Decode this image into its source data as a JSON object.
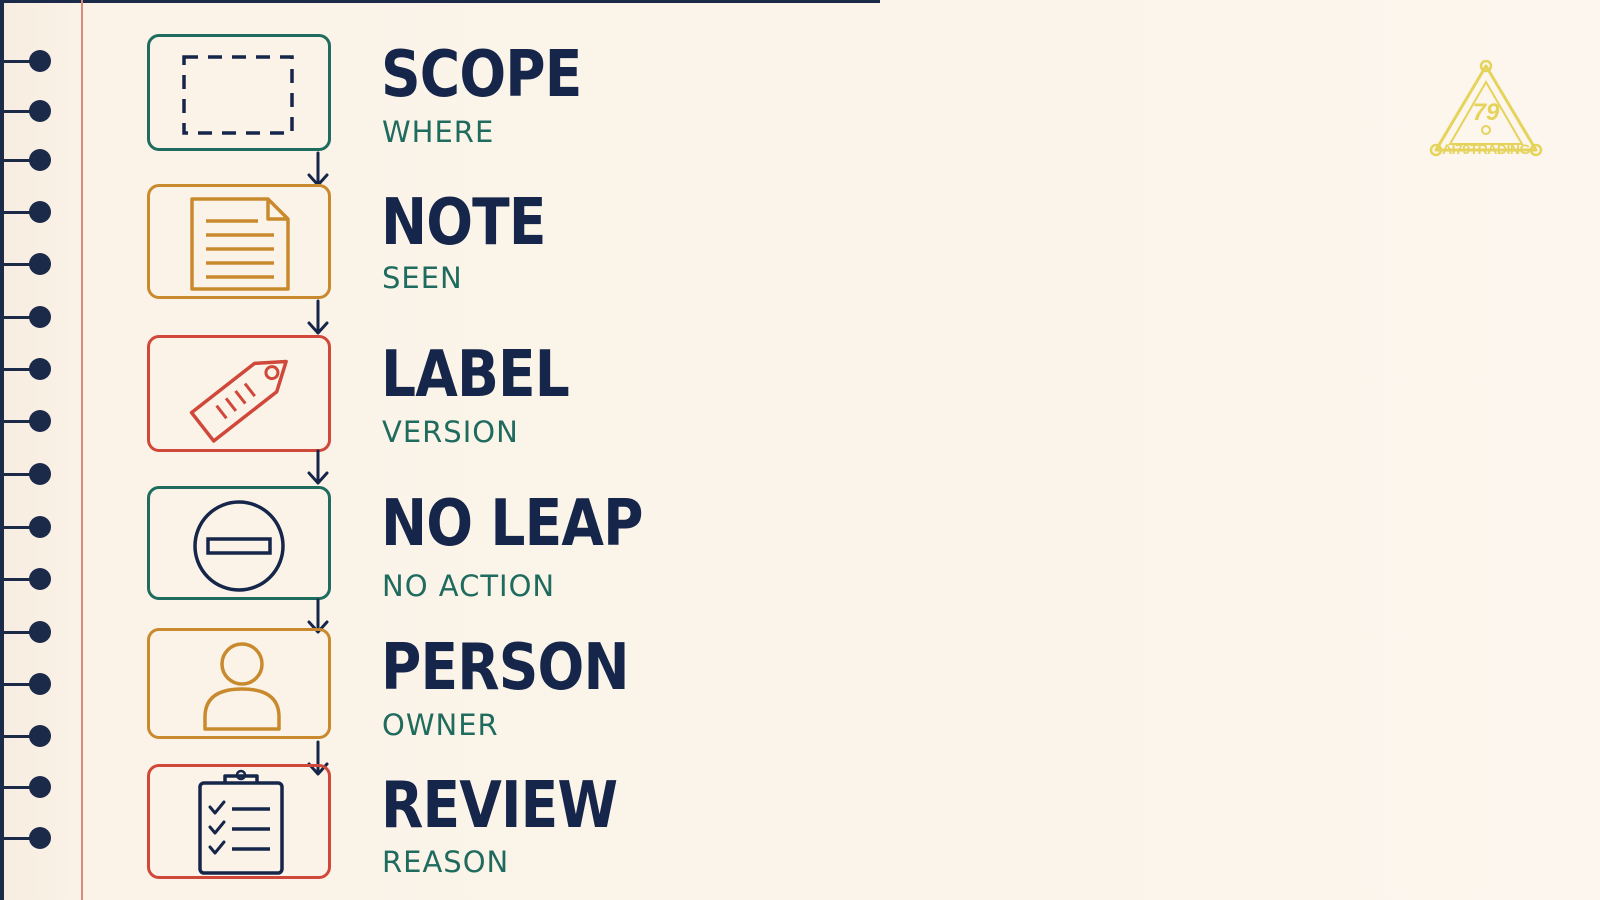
{
  "logo": {
    "text": "AI79TRADING",
    "color": "#e6d35c"
  },
  "steps": [
    {
      "title": "SCOPE",
      "subtitle": "WHERE",
      "icon": "dashed-frame-icon",
      "color": "#1f6b5e"
    },
    {
      "title": "NOTE",
      "subtitle": "SEEN",
      "icon": "document-icon",
      "color": "#c98a2e"
    },
    {
      "title": "LABEL",
      "subtitle": "VERSION",
      "icon": "tag-icon",
      "color": "#d0483a"
    },
    {
      "title": "NO LEAP",
      "subtitle": "NO ACTION",
      "icon": "no-entry-icon",
      "color": "#1f6b5e"
    },
    {
      "title": "PERSON",
      "subtitle": "OWNER",
      "icon": "person-icon",
      "color": "#c98a2e"
    },
    {
      "title": "REVIEW",
      "subtitle": "REASON",
      "icon": "clipboard-checklist-icon",
      "color": "#d0483a"
    }
  ],
  "colors": {
    "title": "#15264a",
    "subtitle": "#1f6b5e",
    "arrow": "#15264a",
    "paper": "#fbf3e8",
    "margin_line": "#d98a78"
  }
}
